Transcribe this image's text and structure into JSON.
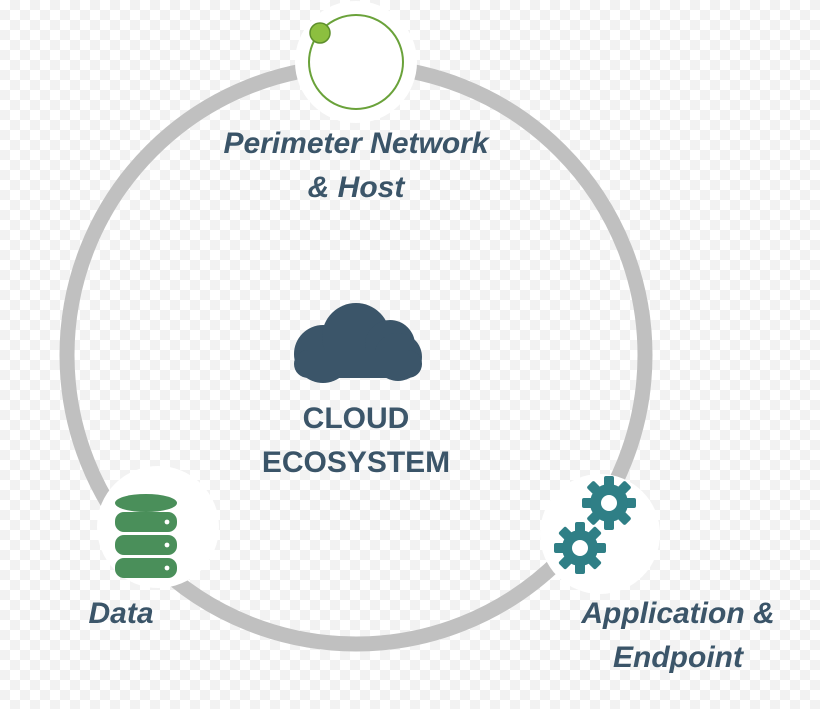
{
  "diagram": {
    "center": {
      "icon": "cloud-icon",
      "line1": "CLOUD",
      "line2": "ECOSYSTEM"
    },
    "nodes": [
      {
        "icon": "circle-orbit-icon",
        "line1": "Perimeter Network",
        "line2": "& Host"
      },
      {
        "icon": "database-icon",
        "line1": "Data",
        "line2": ""
      },
      {
        "icon": "gears-icon",
        "line1": "Application &",
        "line2": "Endpoint"
      }
    ]
  },
  "colors": {
    "ring": "#c0c0c0",
    "text": "#3b5569",
    "cloud": "#3b5569",
    "green": "#4a8f5a",
    "lime": "#8cbf3f",
    "teal": "#2f7f86"
  }
}
